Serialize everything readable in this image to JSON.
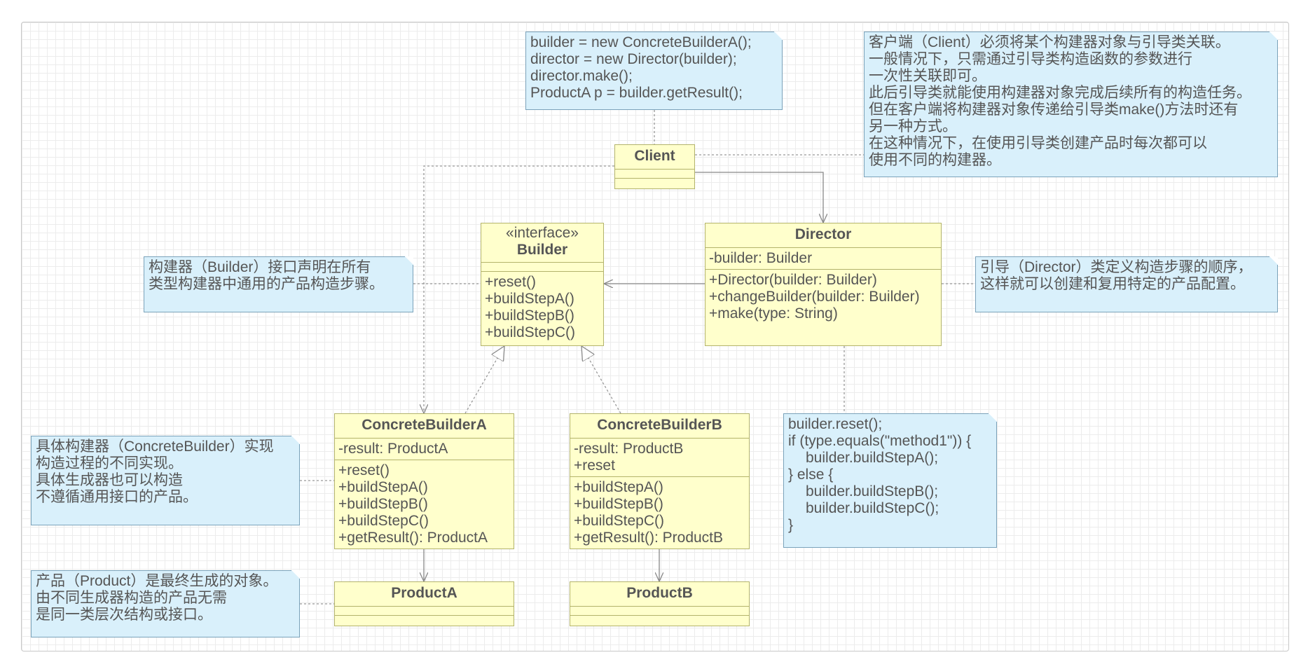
{
  "classes": {
    "client": {
      "name": "Client"
    },
    "builder": {
      "stereotype": "«interface»",
      "name": "Builder",
      "methods": [
        "+reset()",
        "+buildStepA()",
        "+buildStepB()",
        "+buildStepC()"
      ]
    },
    "director": {
      "name": "Director",
      "fields": [
        "-builder: Builder"
      ],
      "methods": [
        "+Director(builder: Builder)",
        "+changeBuilder(builder: Builder)",
        "+make(type: String)"
      ]
    },
    "concrete_a": {
      "name": "ConcreteBuilderA",
      "fields": [
        "-result: ProductA"
      ],
      "methods": [
        "+reset()",
        "+buildStepA()",
        "+buildStepB()",
        "+buildStepC()",
        "+getResult(): ProductA"
      ]
    },
    "concrete_b": {
      "name": "ConcreteBuilderB",
      "fields": [
        "-result: ProductB",
        "+reset"
      ],
      "methods": [
        "+buildStepA()",
        "+buildStepB()",
        "+buildStepC()",
        "+getResult(): ProductB"
      ]
    },
    "product_a": {
      "name": "ProductA"
    },
    "product_b": {
      "name": "ProductB"
    }
  },
  "notes": {
    "client_code": [
      "builder = new ConcreteBuilderA();",
      "director = new Director(builder);",
      "director.make();",
      "ProductA p = builder.getResult();"
    ],
    "client_desc": [
      "客户端（Client）必须将某个构建器对象与引导类关联。",
      "一般情况下，只需通过引导类构造函数的参数进行",
      "一次性关联即可。",
      "此后引导类就能使用构建器对象完成后续所有的构造任务。",
      "但在客户端将构建器对象传递给引导类make()方法时还有",
      "另一种方式。",
      "在这种情况下，在使用引导类创建产品时每次都可以",
      "使用不同的构建器。"
    ],
    "builder_desc": [
      "构建器（Builder）接口声明在所有",
      "类型构建器中通用的产品构造步骤。"
    ],
    "director_desc": [
      "引导（Director）类定义构造步骤的顺序，",
      "这样就可以创建和复用特定的产品配置。"
    ],
    "concrete_desc": [
      "具体构建器（ConcreteBuilder）实现",
      "构造过程的不同实现。",
      "具体生成器也可以构造",
      "不遵循通用接口的产品。"
    ],
    "product_desc": [
      "产品（Product）是最终生成的对象。",
      "由不同生成器构造的产品无需",
      "是同一类层次结构或接口。"
    ],
    "make_code": [
      "builder.reset();",
      "if (type.equals(\"method1\")) {",
      "builder.buildStepA();",
      "} else {",
      "builder.buildStepB();",
      "builder.buildStepC();",
      "}"
    ]
  },
  "colors": {
    "class_fill": "#ffffcc",
    "class_border": "#b3b36b",
    "note_fill": "#d9f0fb",
    "note_border": "#7aa2ba",
    "line": "#999999"
  }
}
